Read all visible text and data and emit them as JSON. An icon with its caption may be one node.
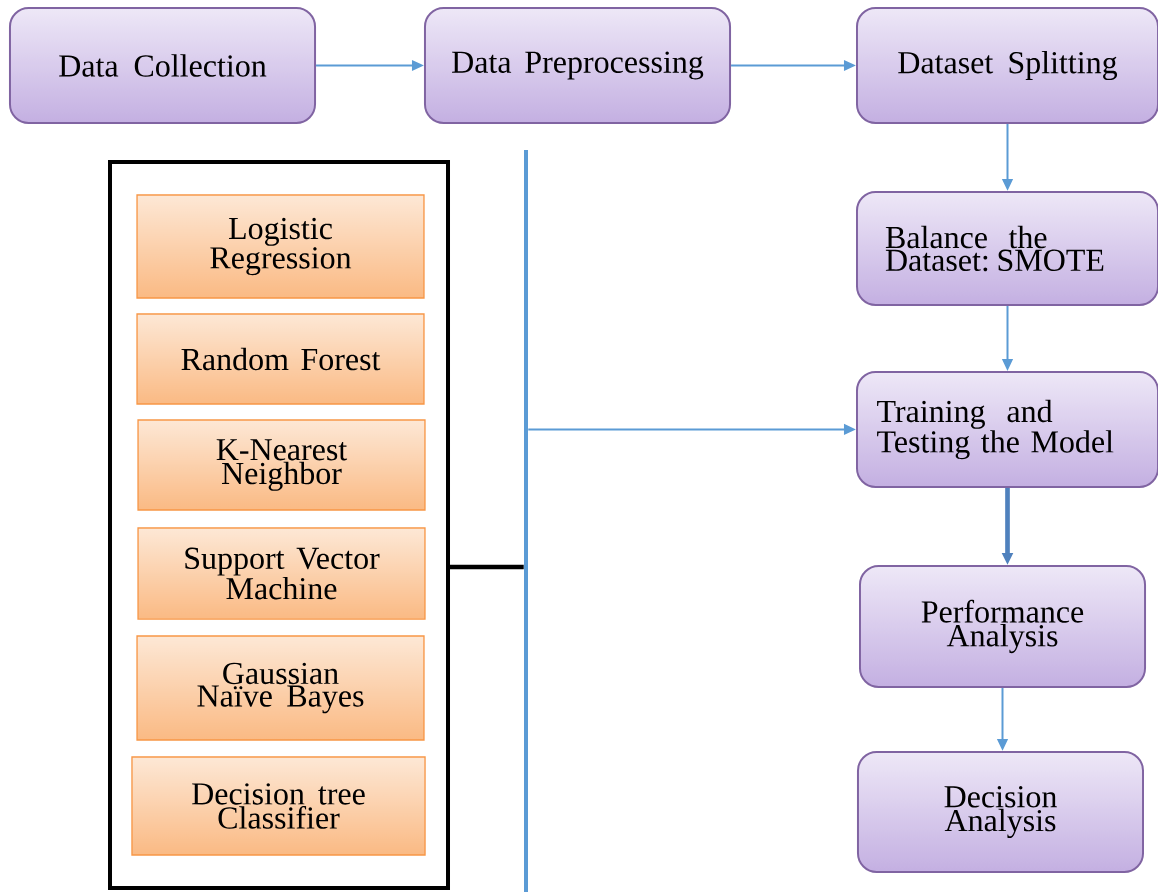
{
  "diagram": {
    "nodes": [
      {
        "text": [
          "Data Collection"
        ]
      },
      {
        "text": [
          "Data Preprocessing"
        ]
      },
      {
        "text": [
          "Dataset Splitting"
        ]
      },
      {
        "text": [
          "Balance the Dataset: SMOTE"
        ]
      },
      {
        "text": [
          "Training and Testing the Model"
        ]
      },
      {
        "text": [
          "Performance Analysis"
        ]
      },
      {
        "text": [
          "Decision Analysis"
        ]
      },
      {
        "text": [],
        "shape": "box"
      },
      {
        "text": [
          "Logistic Regression"
        ],
        "in": 7
      },
      {
        "text": [
          "Random Forest"
        ],
        "in": 7
      },
      {
        "text": [
          "K-Nearest Neighbor"
        ],
        "in": 7
      },
      {
        "text": [
          "Support Vector Machine"
        ],
        "in": 7
      },
      {
        "text": [
          "Gaussian Naïve Bayes"
        ],
        "in": 7
      },
      {
        "text": [
          "Decision tree Classifier"
        ],
        "in": 7
      },
      {
        "text": [],
        "shape": "bar"
      }
    ],
    "edges": [
      {
        "from": 0,
        "to": 1,
        "arrow": "to"
      },
      {
        "from": 1,
        "to": 2,
        "arrow": "to"
      },
      {
        "from": 2,
        "to": 3,
        "arrow": "to"
      },
      {
        "from": 3,
        "to": 4,
        "arrow": "to"
      },
      {
        "from": 4,
        "to": 5,
        "arrow": "to",
        "style": "thick",
        "color": "#4f81bd"
      },
      {
        "from": 5,
        "to": 6,
        "arrow": "to"
      },
      {
        "from": 7,
        "to": 14,
        "arrow": "none",
        "style": "thick",
        "color": "#000000"
      },
      {
        "from": 14,
        "to": 4,
        "arrow": "to"
      }
    ]
  }
}
